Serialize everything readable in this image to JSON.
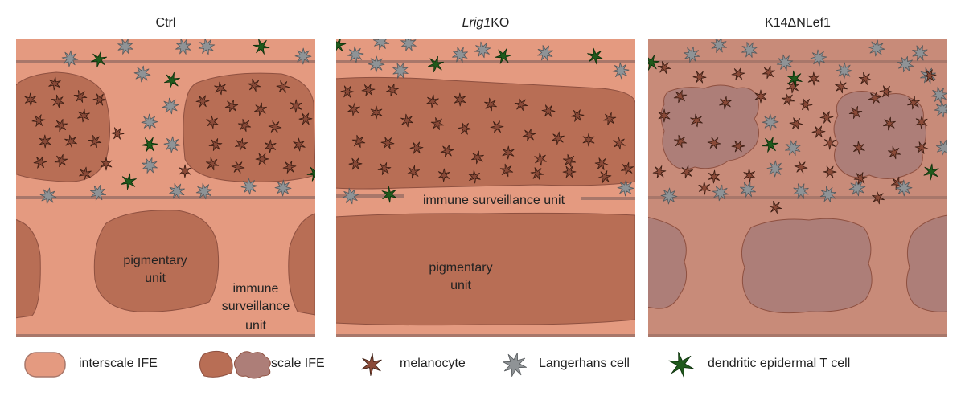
{
  "panels": [
    {
      "title_pre": "",
      "title_it": "",
      "title_post": "Ctrl",
      "labels": {
        "pigmentary_1": "pigmentary",
        "pigmentary_2": "unit",
        "immune_1": "immune",
        "immune_2": "surveillance",
        "immune_3": "unit"
      }
    },
    {
      "title_pre": "",
      "title_it": "Lrig1",
      "title_post": "KO",
      "labels": {
        "immune": "immune surveillance unit",
        "pigmentary_1": "pigmentary",
        "pigmentary_2": "unit"
      }
    },
    {
      "title_pre": "",
      "title_it": "",
      "title_post": "K14ΔNLef1",
      "labels": {}
    }
  ],
  "legend": {
    "interscale": "interscale IFE",
    "scale": "scale IFE",
    "melanocyte": "melanocyte",
    "langerhans": "Langerhans cell",
    "detc": "dendritic epidermal T cell"
  },
  "colors": {
    "interscale_ife": "#e49a80",
    "scale_ife": "#b86e55",
    "scale_ife_k14": "#ad7e78",
    "k14_background": "#c88b79",
    "melanocyte": "#8a4a38",
    "langerhans_cell": "#8f9396",
    "detc": "#1f5a1c"
  }
}
